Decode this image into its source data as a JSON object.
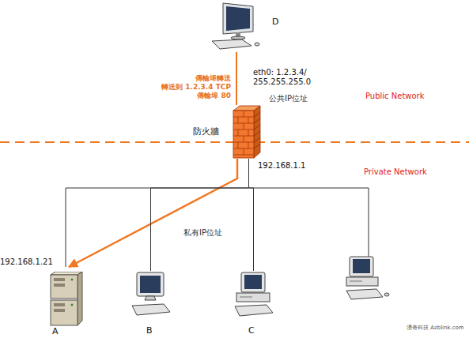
{
  "diagram": {
    "nodes": [
      {
        "text": [
          "D"
        ]
      },
      {
        "text": [
          "防火牆"
        ]
      },
      {
        "text": [
          "A"
        ]
      },
      {
        "text": [
          "B"
        ]
      },
      {
        "text": [
          "C"
        ]
      }
    ],
    "edges": [
      {
        "from": 0,
        "to": 1,
        "arrow": "none"
      },
      {
        "from": 1,
        "to": 2,
        "arrow": "to"
      },
      {
        "from": 1,
        "to": 2,
        "arrow": "none"
      },
      {
        "from": 1,
        "to": 3,
        "arrow": "none"
      },
      {
        "from": 1,
        "to": 4,
        "arrow": "none"
      }
    ],
    "labels": [
      "傳輸埠轉送",
      "轉送到 1.2.3.4 TCP",
      "傳輸埠 80",
      "eth0: 1.2.3.4/",
      "255.255.255.0",
      "公共IP位址",
      "Public Network",
      "192.168.1.1",
      "Private Network",
      "私有IP位址",
      "192.168.1.21",
      "湧奇科技 Azblink.com"
    ]
  }
}
